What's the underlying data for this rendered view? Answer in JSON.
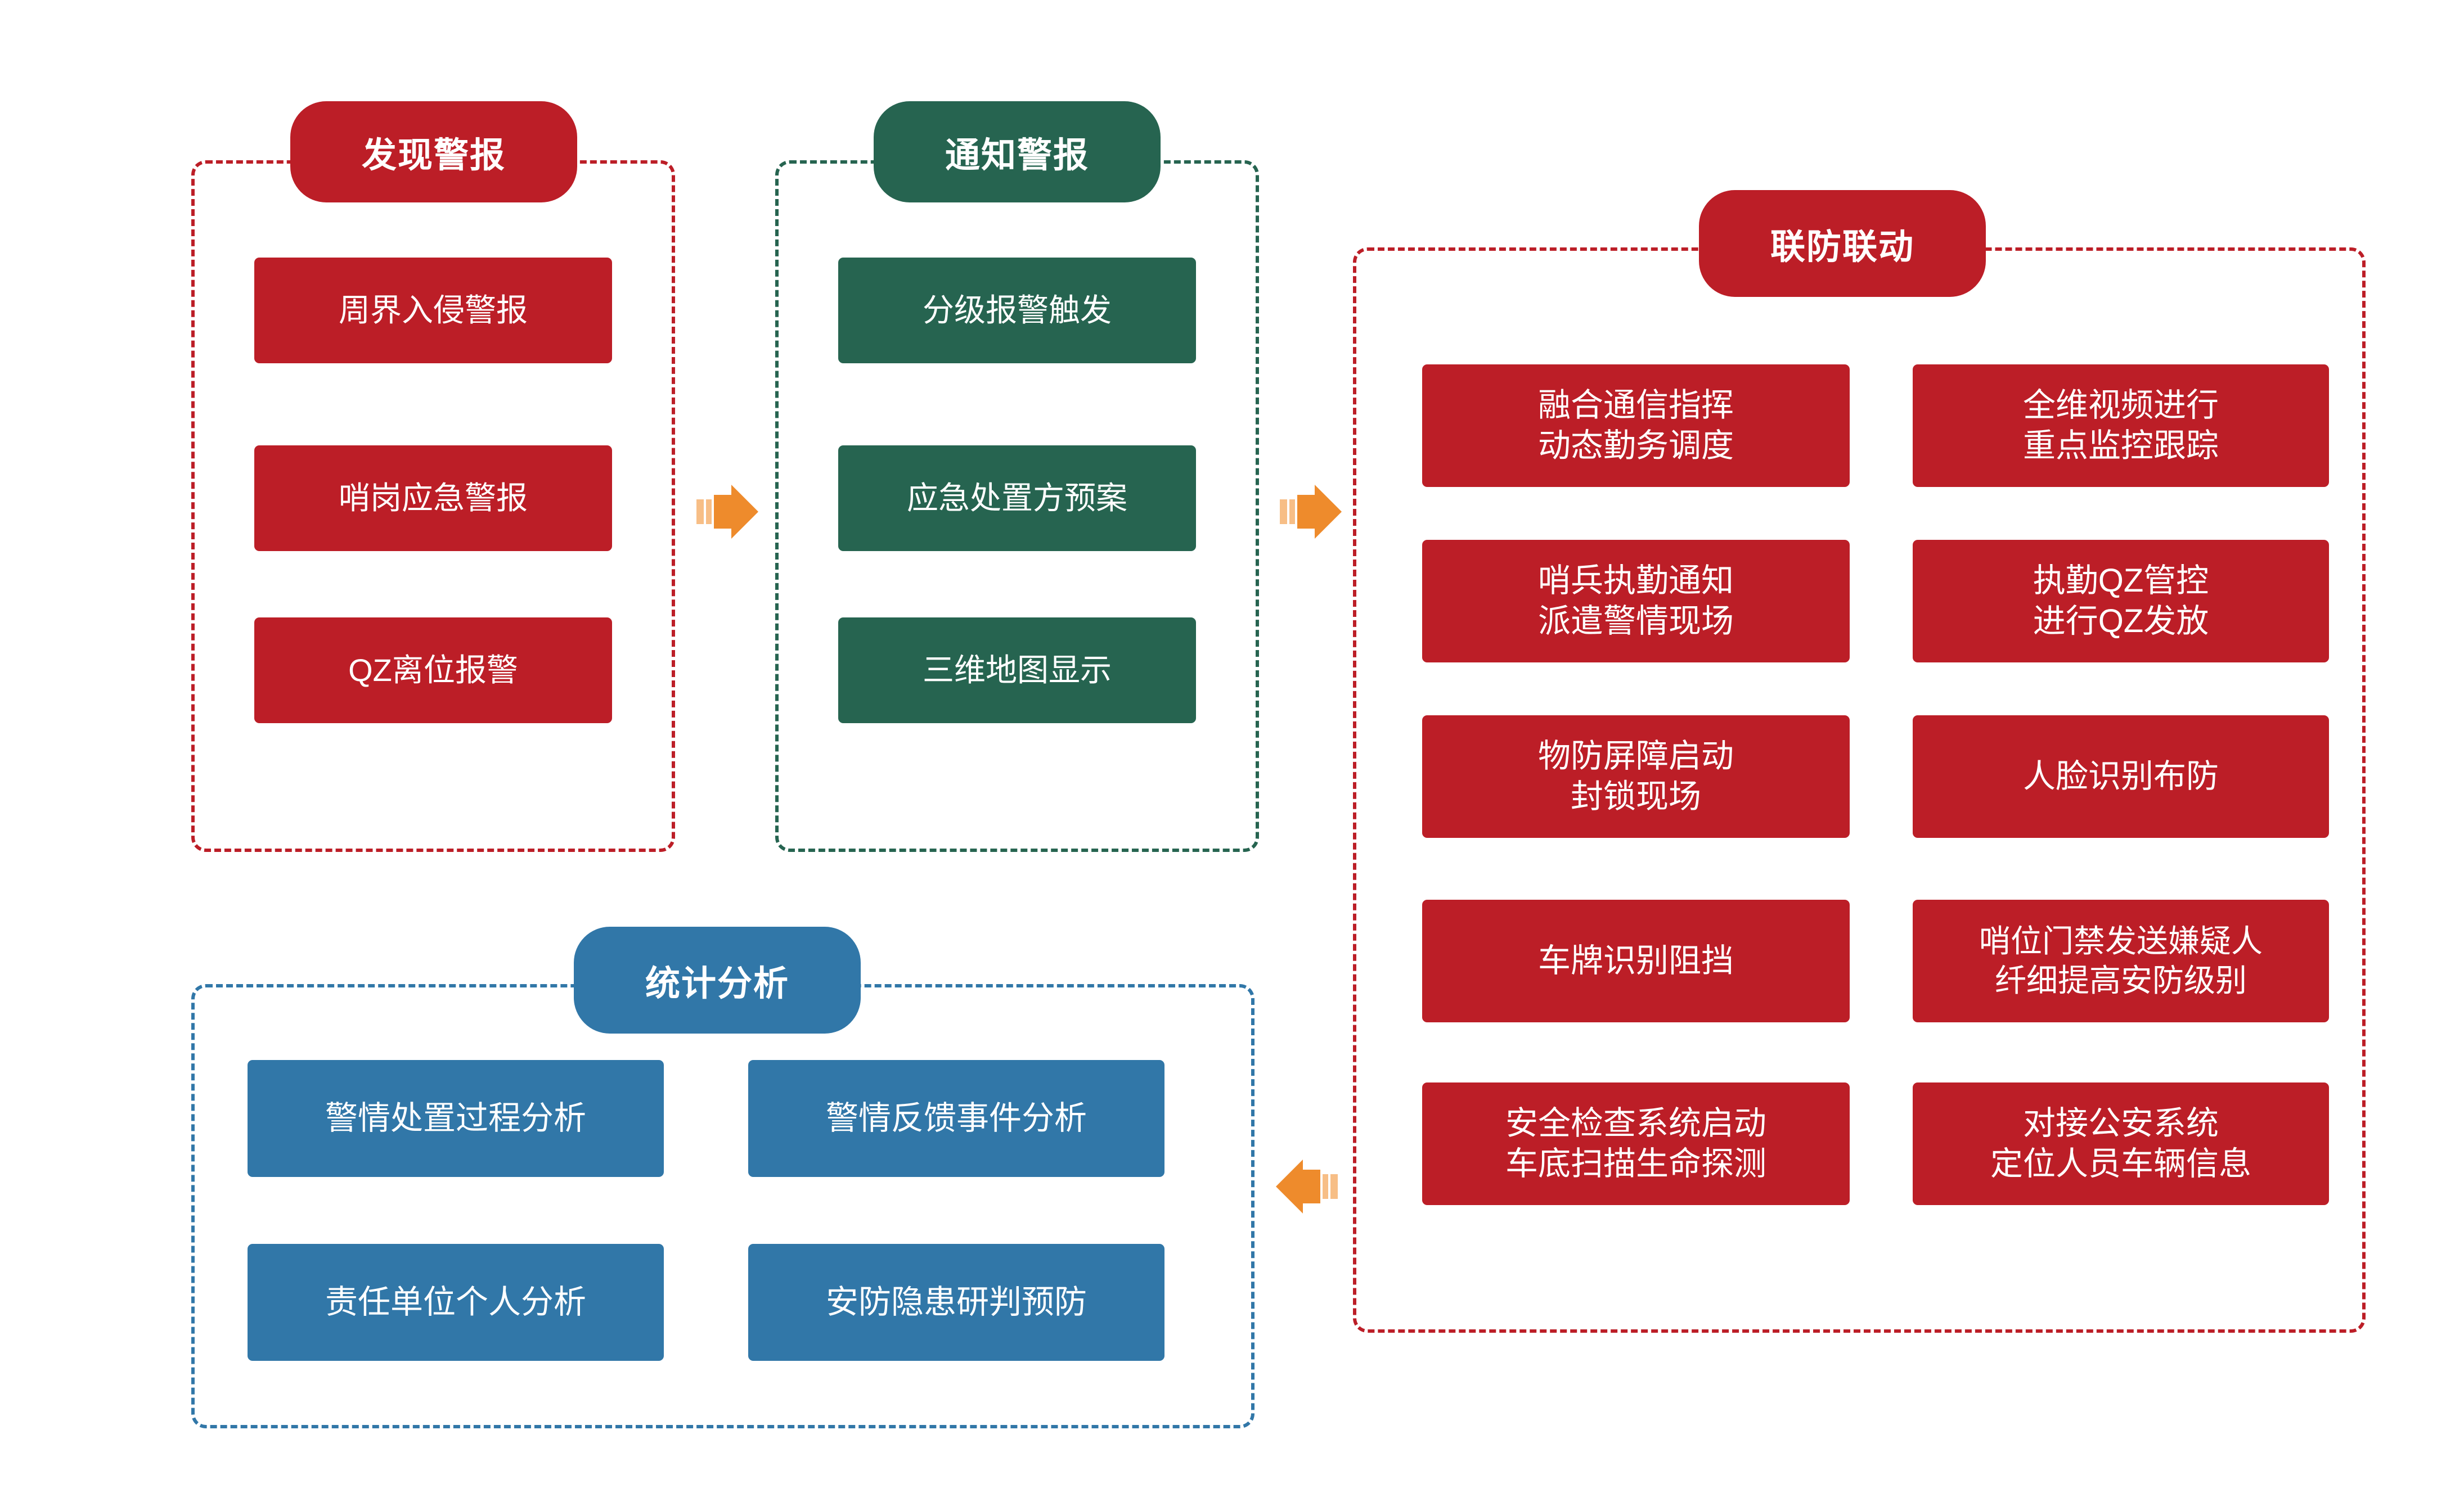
{
  "colors": {
    "red": "#BC1E27",
    "green": "#266450",
    "blue": "#3177A8",
    "arrow": "#EE8B2C",
    "arrow_light": "#F7BE86",
    "background": "#FFFFFF",
    "text": "#FFFFFF"
  },
  "groups": {
    "discover_alarm": {
      "title": "发现警报",
      "color": "red",
      "items": [
        {
          "lines": [
            "周界入侵警报"
          ]
        },
        {
          "lines": [
            "哨岗应急警报"
          ]
        },
        {
          "lines": [
            "QZ离位报警"
          ]
        }
      ]
    },
    "notify_alarm": {
      "title": "通知警报",
      "color": "green",
      "items": [
        {
          "lines": [
            "分级报警触发"
          ]
        },
        {
          "lines": [
            "应急处置方预案"
          ]
        },
        {
          "lines": [
            "三维地图显示"
          ]
        }
      ]
    },
    "joint_defense": {
      "title": "联防联动",
      "color": "red",
      "items_left": [
        {
          "lines": [
            "融合通信指挥",
            "动态勤务调度"
          ]
        },
        {
          "lines": [
            "哨兵执勤通知",
            "派遣警情现场"
          ]
        },
        {
          "lines": [
            "物防屏障启动",
            "封锁现场"
          ]
        },
        {
          "lines": [
            "车牌识别阻挡"
          ]
        },
        {
          "lines": [
            "安全检查系统启动",
            "车底扫描生命探测"
          ]
        }
      ],
      "items_right": [
        {
          "lines": [
            "全维视频进行",
            "重点监控跟踪"
          ]
        },
        {
          "lines": [
            "执勤QZ管控",
            "进行QZ发放"
          ]
        },
        {
          "lines": [
            "人脸识别布防"
          ]
        },
        {
          "lines": [
            "哨位门禁发送嫌疑人",
            "纤细提高安防级别"
          ]
        },
        {
          "lines": [
            "对接公安系统",
            "定位人员车辆信息"
          ]
        }
      ]
    },
    "statistics": {
      "title": "统计分析",
      "color": "blue",
      "items_left": [
        {
          "lines": [
            "警情处置过程分析"
          ]
        },
        {
          "lines": [
            "责任单位个人分析"
          ]
        }
      ],
      "items_right": [
        {
          "lines": [
            "警情反馈事件分析"
          ]
        },
        {
          "lines": [
            "安防隐患研判预防"
          ]
        }
      ]
    }
  },
  "arrows": [
    {
      "name": "arrow-discover-to-notify",
      "direction": "right"
    },
    {
      "name": "arrow-notify-to-joint",
      "direction": "right"
    },
    {
      "name": "arrow-joint-to-statistics",
      "direction": "left"
    }
  ]
}
